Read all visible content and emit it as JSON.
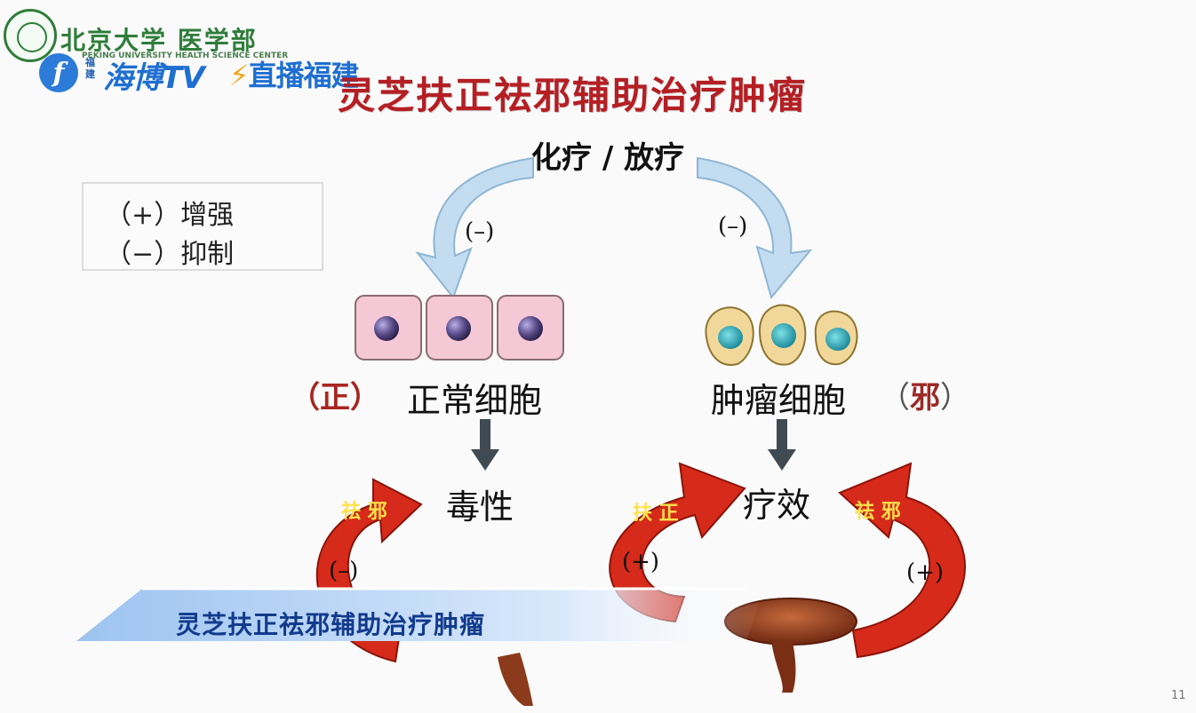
{
  "header": {
    "university_name": "北京大学 医学部",
    "university_sub": "PEKING UNIVERSITY HEALTH SCIENCE CENTER",
    "tv_region": "福建",
    "tv_name": "海博TV",
    "live_badge": "直播福建"
  },
  "slide": {
    "title": "灵芝扶正祛邪辅助治疗肿瘤",
    "legend": [
      "（+）增强",
      "（−）抑制"
    ],
    "treatment": "化疗 / 放疗",
    "effect_left": "(–)",
    "effect_right": "(–)",
    "normal_tag": "（正）",
    "normal_cells": "正常细胞",
    "tumor_cells": "肿瘤细胞",
    "tumor_tag_open": "（",
    "tumor_tag_char": "邪",
    "tumor_tag_close": "）",
    "toxicity": "毒性",
    "efficacy": "疗效",
    "arrow_left_label": "祛 邪",
    "arrow_left_sign": "(–)",
    "arrow_mid_label": "扶 正",
    "arrow_mid_sign": "(+)",
    "arrow_right_label": "祛 邪",
    "arrow_right_sign": "(+)",
    "page_number": "11"
  },
  "caption": {
    "text": "灵芝扶正祛邪辅助治疗肿瘤"
  },
  "colors": {
    "title_red": "#b41f24",
    "arrow_red": "#d62a1a",
    "cycle_arrow_blue": "#b9d8ee",
    "caption_blue": "#123a8c"
  }
}
